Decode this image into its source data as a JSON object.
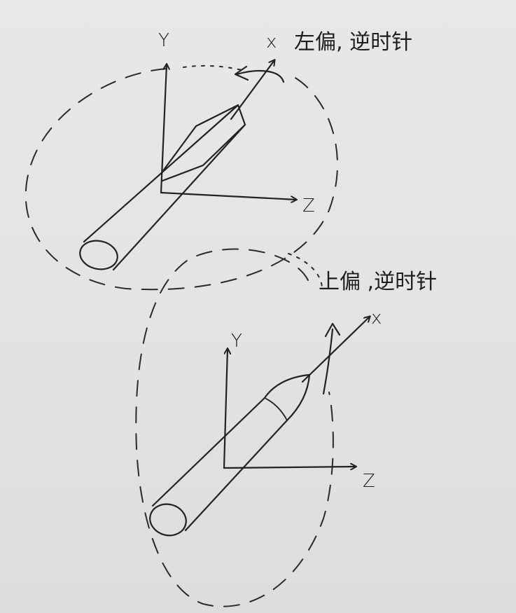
{
  "figures": [
    {
      "id": "top",
      "axes": {
        "y": "Y",
        "x": "x",
        "z": "Z"
      },
      "annotation": "左偏, 逆时针"
    },
    {
      "id": "bottom",
      "axes": {
        "y": "Y",
        "x": "x",
        "z": "Z"
      },
      "annotation": "上偏 ,逆时针"
    }
  ],
  "colors": {
    "ink": "#222222",
    "paper": "#e4e5e5"
  }
}
